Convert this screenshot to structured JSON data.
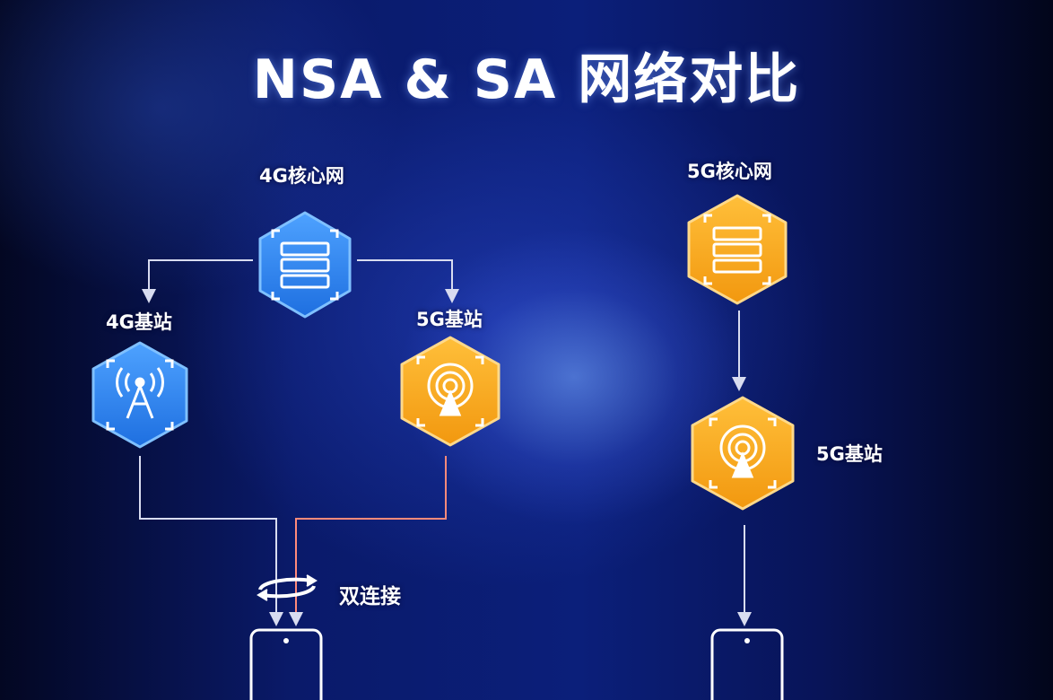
{
  "title": "NSA & SA 网络对比",
  "nsa": {
    "core_label": "4G核心网",
    "lte_bs_label": "4G基站",
    "nr_bs_label": "5G基站",
    "dual_connect_label": "双连接"
  },
  "sa": {
    "core_label": "5G核心网",
    "nr_bs_label": "5G基站"
  },
  "colors": {
    "blue_node": "#2f86f0",
    "orange_node": "#f6a81c",
    "connector": "#d8dcf0",
    "background": "#0a1a6a"
  }
}
